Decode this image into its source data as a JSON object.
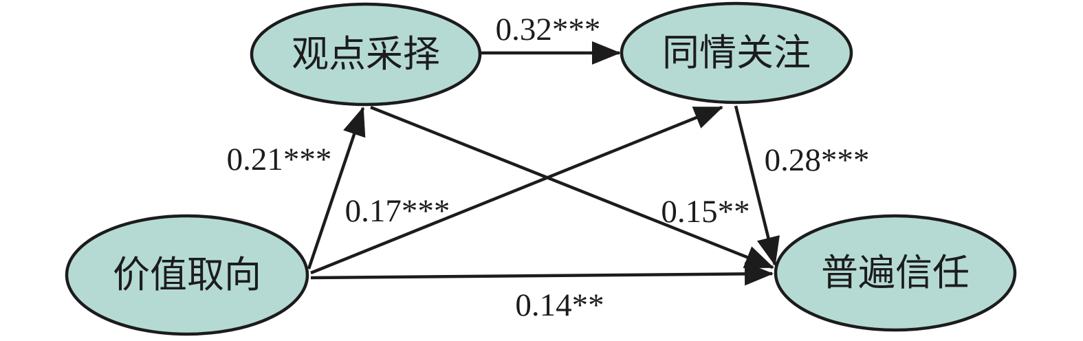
{
  "diagram": {
    "type": "path-model",
    "nodes": [
      {
        "id": "perspective-taking",
        "label": "观点采择"
      },
      {
        "id": "empathic-concern",
        "label": "同情关注"
      },
      {
        "id": "value-orientation",
        "label": "价值取向"
      },
      {
        "id": "general-trust",
        "label": "普遍信任"
      }
    ],
    "edges": [
      {
        "from": "观点采择",
        "to": "同情关注",
        "label": "0.32***"
      },
      {
        "from": "价值取向",
        "to": "观点采择",
        "label": "0.21***"
      },
      {
        "from": "价值取向",
        "to": "同情关注",
        "label": "0.17***"
      },
      {
        "from": "观点采择",
        "to": "普遍信任",
        "label": "0.15**"
      },
      {
        "from": "同情关注",
        "to": "普遍信任",
        "label": "0.28***"
      },
      {
        "from": "价值取向",
        "to": "普遍信任",
        "label": "0.14**"
      }
    ],
    "colors": {
      "node_fill": "#b5dad4",
      "node_stroke": "#1c1c1c",
      "arrow": "#1c1c1c",
      "label_text": "#1c1c1c",
      "background": "#ffffff"
    }
  }
}
